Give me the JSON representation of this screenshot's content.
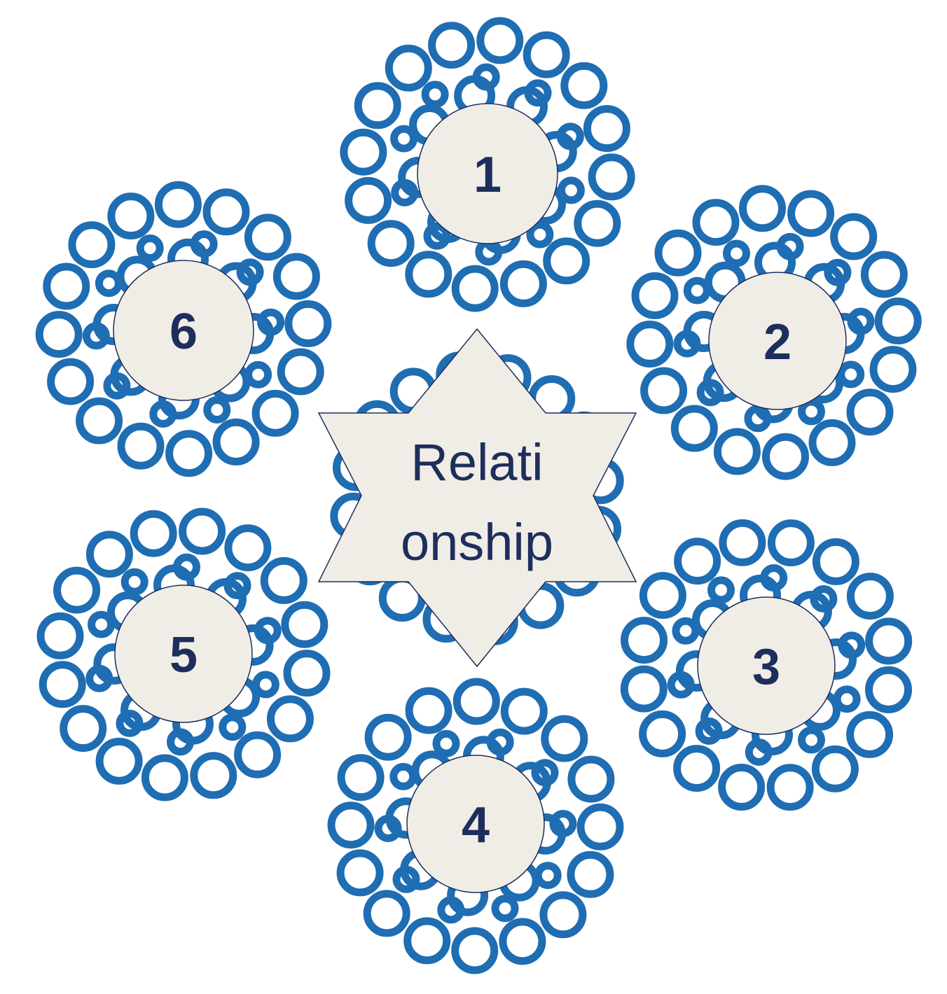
{
  "colors": {
    "rope": "#1f6db3",
    "badge_fill": "#efede6",
    "text": "#1e2e5c"
  },
  "center": {
    "shape": "six-pointed-star",
    "line1": "Relati",
    "line2": "onship"
  },
  "strands": [
    {
      "id": "strand-1",
      "label": "1"
    },
    {
      "id": "strand-2",
      "label": "2"
    },
    {
      "id": "strand-3",
      "label": "3"
    },
    {
      "id": "strand-4",
      "label": "4"
    },
    {
      "id": "strand-5",
      "label": "5"
    },
    {
      "id": "strand-6",
      "label": "6"
    }
  ]
}
